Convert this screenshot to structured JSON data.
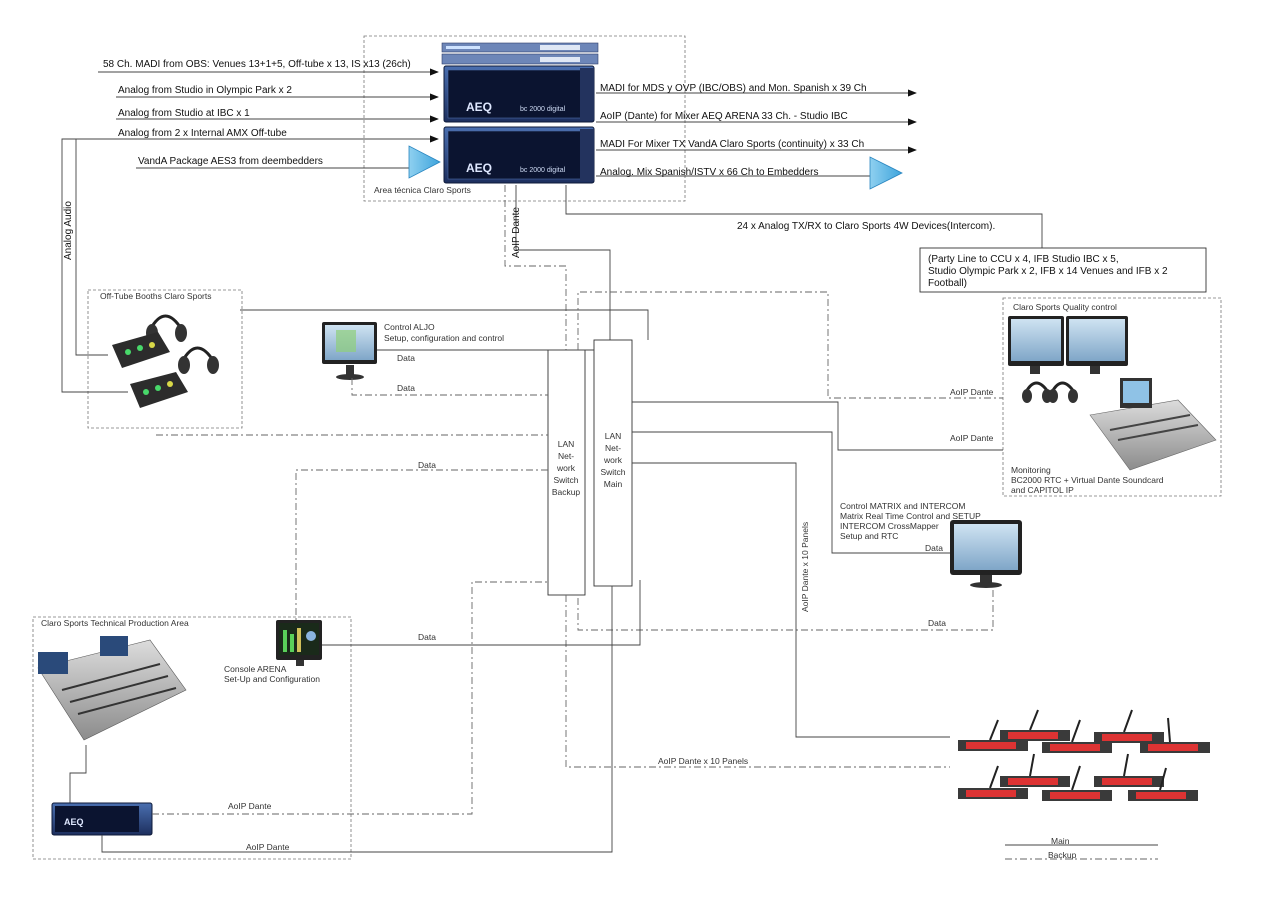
{
  "inputs": {
    "madi_obs": "58 Ch. MADI from OBS: Venues 13+1+5, Off-tube x 13, IS x13 (26ch)",
    "analog_olympic": "Analog from Studio in Olympic Park x 2",
    "analog_ibc": "Analog from Studio at IBC x 1",
    "analog_amx": "Analog from  2 x Internal AMX Off-tube",
    "vanda_aes3": "VandA Package AES3 from deembedders"
  },
  "outputs": {
    "madi_mds": "MADI for MDS y OVP (IBC/OBS) and Mon. Spanish x 39 Ch",
    "aoip_mixer": "AoIP (Dante) for Mixer AEQ ARENA 33 Ch. - Studio IBC",
    "madi_vanda": "MADI For Mixer TX VandA Claro Sports (continuity) x 33 Ch",
    "analog_mix": "Analog. Mix Spanish/ISTV x 66 Ch to Embedders"
  },
  "areas": {
    "tech_area": "Area técnica Claro Sports",
    "off_tube": "Off-Tube Booths Claro Sports",
    "quality": "Claro Sports Quality control",
    "production": "Claro Sports Technical Production Area"
  },
  "intercom": {
    "line": "24 x Analog TX/RX to Claro Sports 4W Devices(Intercom).",
    "party": [
      "(Party Line to CCU x 4, IFB Studio IBC x 5,",
      "Studio Olympic Park x 2, IFB x 14 Venues and IFB x 2",
      "Football)"
    ]
  },
  "switches": {
    "backup": [
      "LAN",
      "Net-",
      "work",
      "Switch",
      "Backup"
    ],
    "main": [
      "LAN",
      "Net-",
      "work",
      "Switch",
      "Main"
    ]
  },
  "labels": {
    "analog_audio": "Analog Audio",
    "aoip_dante": "AoIP Dante",
    "data": "Data",
    "aoip_panels": "AoIP Dante x 10 Panels",
    "control_aljo": [
      "Control ALJO",
      "Setup, configuration and control"
    ],
    "control_matrix": [
      "Control MATRIX and INTERCOM",
      "Matrix Real Time Control and SETUP",
      "INTERCOM CrossMapper",
      "Setup and RTC"
    ],
    "console_arena": [
      "Console ARENA",
      "Set-Up  and Configuration"
    ],
    "monitoring": [
      "Monitoring",
      "BC2000 RTC + Virtual Dante Soundcard",
      "and CAPITOL IP"
    ]
  },
  "devices": {
    "brand": "AEQ",
    "rack_text": "bc 2000 digital"
  },
  "legend": {
    "main": "Main",
    "backup": "Backup"
  }
}
